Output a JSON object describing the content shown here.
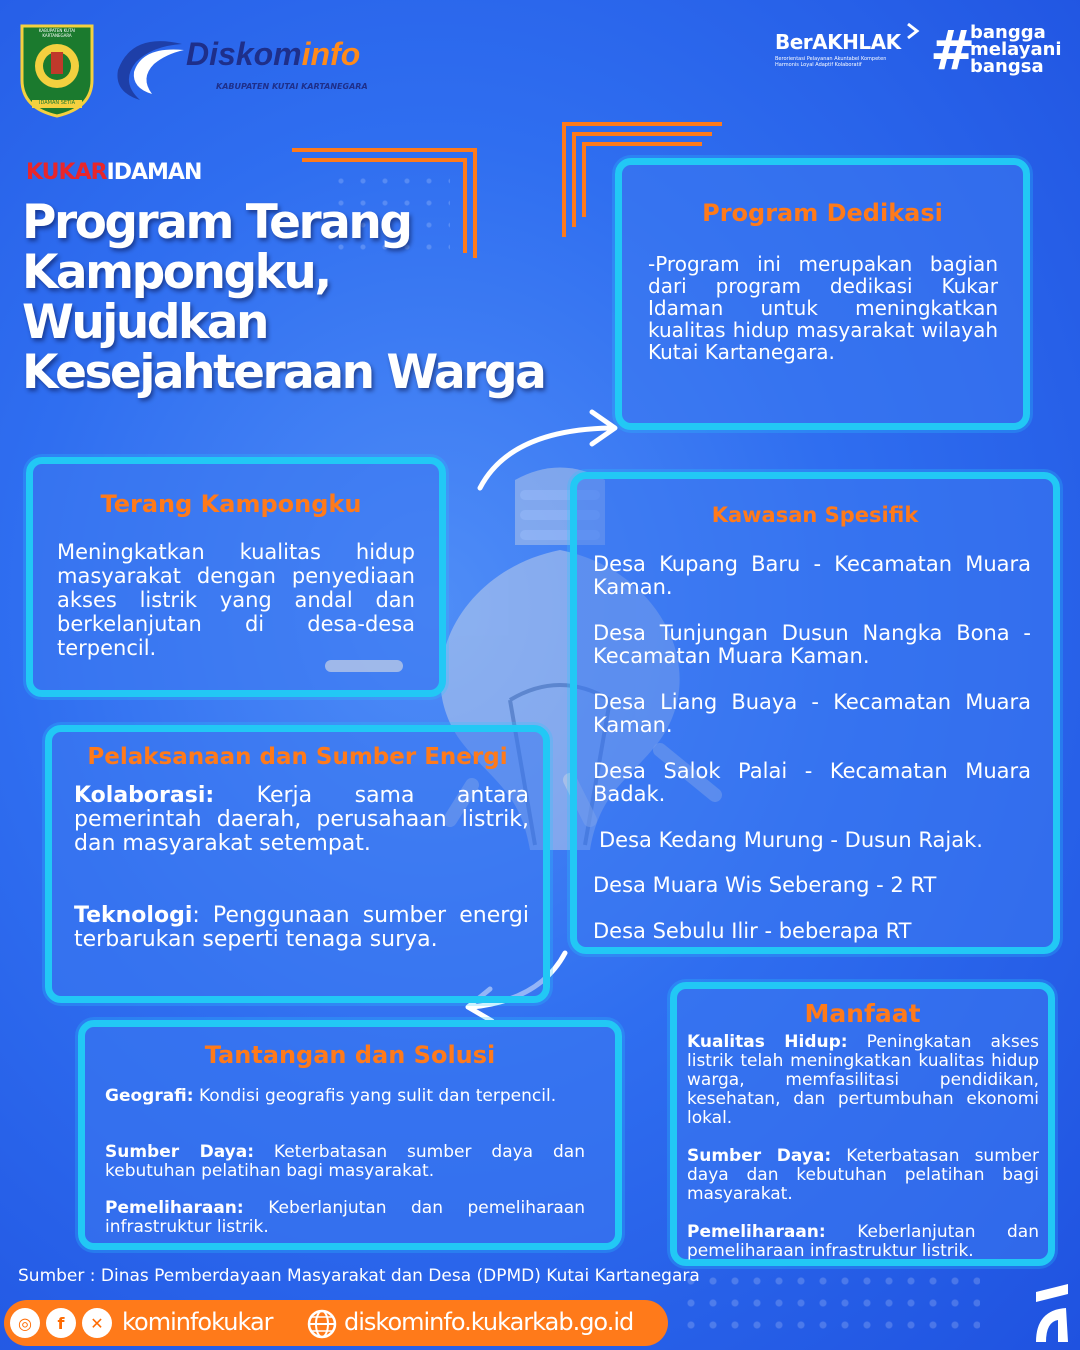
{
  "header": {
    "regency_seal_text": "KABUPATEN KUTAI KARTANEGARA",
    "regency_seal_motto": "IDAMAN SETIA",
    "diskominfo_logo_main": "Diskom",
    "diskominfo_logo_accent": "info",
    "diskominfo_logo_sub": "KABUPATEN KUTAI KARTANEGARA",
    "berakhlak_title": "BerAKHLAK",
    "berakhlak_sub1": "Berorientasi Pelayanan Akuntabel Kompeten",
    "berakhlak_sub2": "Harmonis Loyal Adaptif Kolaboratif",
    "bangga_line1": "bangga",
    "bangga_line2": "melayani",
    "bangga_line3": "bangsa"
  },
  "title_block": {
    "kukar": "KUKAR",
    "idaman": "IDAMAN",
    "title_line1": "Program Terang",
    "title_line2": "Kampongku,",
    "title_line3": "Wujudkan",
    "title_line4": "Kesejahteraan Warga"
  },
  "program_dedikasi": {
    "title": "Program Dedikasi",
    "text": "-Program ini merupakan bagian dari program dedikasi Kukar Idaman untuk meningkatkan kualitas hidup masyarakat wilayah Kutai Kartanegara."
  },
  "terang_kampongku": {
    "title": "Terang Kampongku",
    "text": "Meningkatkan kualitas hidup masyarakat dengan penyediaan akses listrik yang andal dan berkelanjutan di desa-desa terpencil."
  },
  "kawasan_spesifik": {
    "title": "Kawasan Spesifik",
    "items": [
      "Desa Kupang Baru - Kecamatan Muara Kaman.",
      "Desa Tunjungan Dusun Nangka Bona - Kecamatan Muara Kaman.",
      "Desa Liang Buaya - Kecamatan Muara Kaman.",
      "Desa Salok Palai - Kecamatan Muara Badak.",
      "Desa Kedang Murung - Dusun Rajak.",
      "Desa Muara Wis Seberang - 2 RT",
      "Desa Sebulu Ilir - beberapa RT"
    ]
  },
  "pelaksanaan": {
    "title": "Pelaksanaan dan Sumber Energi",
    "kolaborasi_label": "Kolaborasi:",
    "kolaborasi_text": " Kerja sama antara pemerintah daerah, perusahaan listrik, dan masyarakat setempat.",
    "teknologi_label": "Teknologi",
    "teknologi_text": ": Penggunaan sumber energi terbarukan seperti tenaga surya."
  },
  "tantangan": {
    "title": "Tantangan dan Solusi",
    "geografi_label": "Geografi:",
    "geografi_text": " Kondisi geografis yang sulit dan terpencil.",
    "sumber_label": "Sumber Daya:",
    "sumber_text": " Keterbatasan sumber daya dan kebutuhan pelatihan bagi masyarakat.",
    "pemeliharaan_label": "Pemeliharaan:",
    "pemeliharaan_text": " Keberlanjutan dan pemeliharaan infrastruktur listrik."
  },
  "manfaat": {
    "title": "Manfaat",
    "kualitas_label": "Kualitas Hidup:",
    "kualitas_text": " Peningkatan akses listrik telah meningkatkan kualitas hidup warga, memfasilitasi pendidikan, kesehatan, dan pertumbuhan ekonomi lokal.",
    "sumber_label": "Sumber Daya:",
    "sumber_text": " Keterbatasan sumber daya dan kebutuhan pelatihan bagi masyarakat.",
    "pemeliharaan_label": "Pemeliharaan:",
    "pemeliharaan_text": " Keberlanjutan dan pemeliharaan infrastruktur listrik."
  },
  "footer": {
    "source": "Sumber : Dinas Pemberdayaan Masyarakat dan Desa (DPMD) Kutai Kartanegara",
    "social_handle": "kominfokukar",
    "website": "diskominfo.kukarkab.go.id"
  },
  "colors": {
    "accent_orange": "#ff7a1a",
    "card_border": "#22c8f5",
    "background": "#2f6ef0"
  }
}
